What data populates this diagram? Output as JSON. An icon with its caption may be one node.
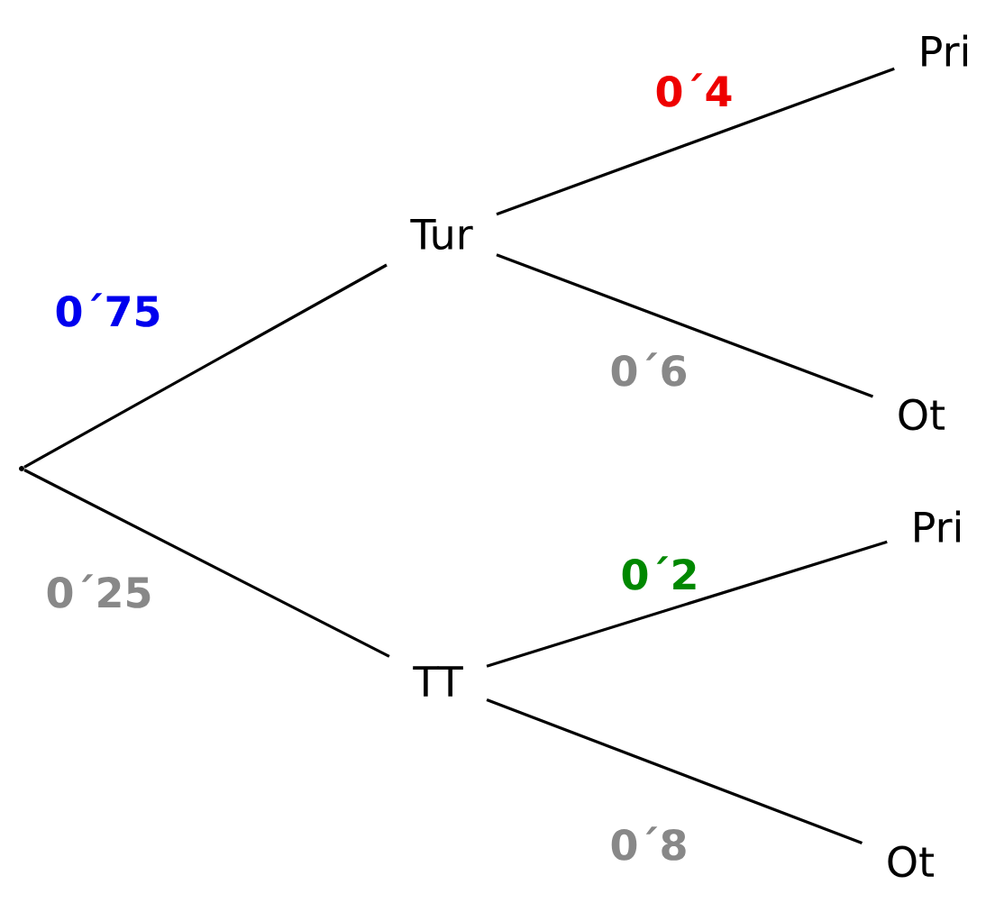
{
  "diagram": {
    "nodes": [
      {
        "text": [],
        "shape": "point"
      },
      {
        "text": [
          "Tur"
        ]
      },
      {
        "text": [
          "TT"
        ]
      },
      {
        "text": [
          "Pri"
        ]
      },
      {
        "text": [
          "Ot"
        ]
      },
      {
        "text": [
          "Pri"
        ]
      },
      {
        "text": [
          "Ot"
        ]
      }
    ],
    "edges": [
      {
        "from": 0,
        "to": 1,
        "arrow": "none",
        "label": "0´75"
      },
      {
        "from": 0,
        "to": 2,
        "arrow": "none",
        "label": "0´25"
      },
      {
        "from": 1,
        "to": 3,
        "arrow": "none",
        "label": "0´4"
      },
      {
        "from": 1,
        "to": 4,
        "arrow": "none",
        "label": "0´6"
      },
      {
        "from": 2,
        "to": 5,
        "arrow": "none",
        "label": "0´2"
      },
      {
        "from": 2,
        "to": 6,
        "arrow": "none",
        "label": "0´8"
      }
    ]
  }
}
